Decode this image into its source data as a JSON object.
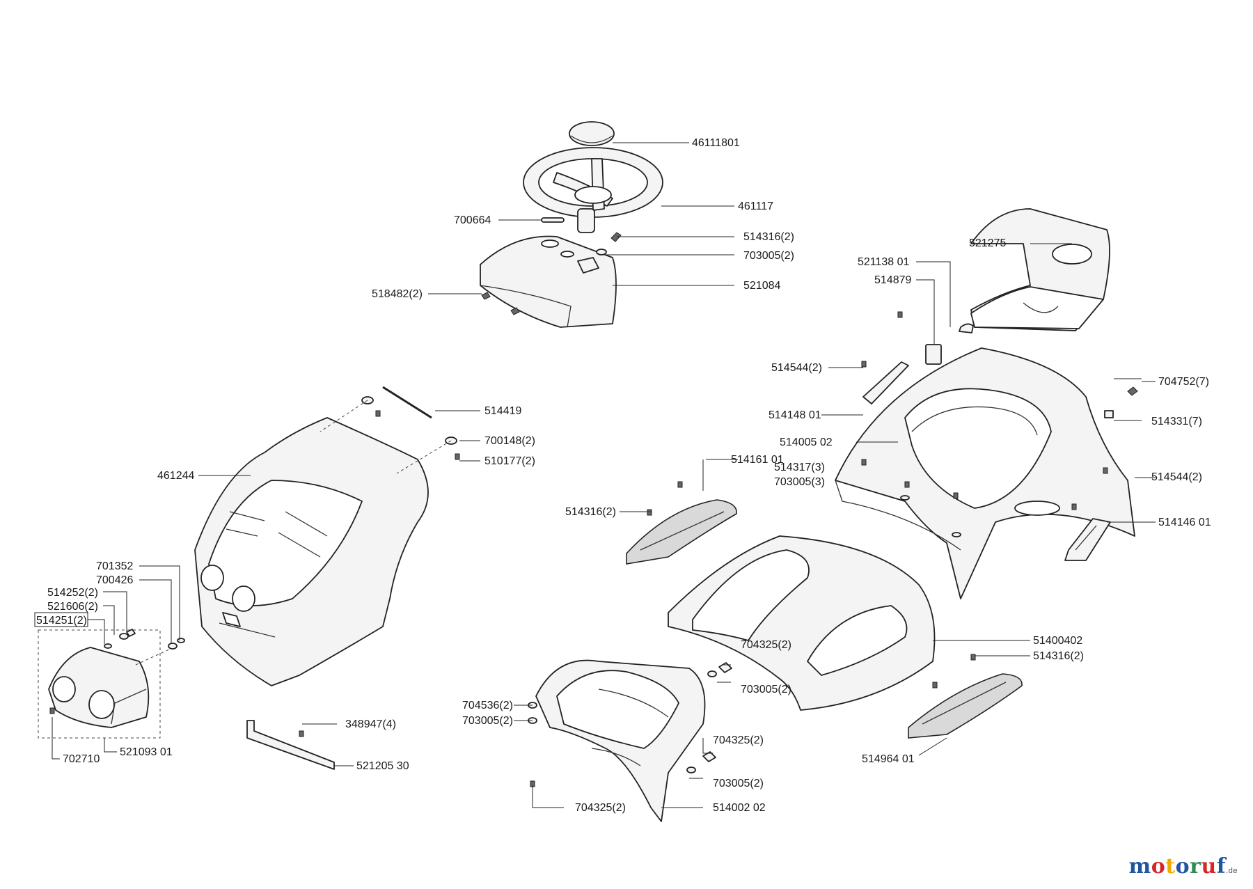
{
  "brand": {
    "name_parts": [
      {
        "text": "m",
        "color": "#1e56a0"
      },
      {
        "text": "o",
        "color": "#d62728"
      },
      {
        "text": "t",
        "color": "#f2a900"
      },
      {
        "text": "o",
        "color": "#1e56a0"
      },
      {
        "text": "r",
        "color": "#2e8b57"
      },
      {
        "text": "u",
        "color": "#d62728"
      },
      {
        "text": "f",
        "color": "#1e56a0"
      }
    ],
    "domain": ".de"
  },
  "labels": [
    {
      "id": "l01",
      "text": "46111801"
    },
    {
      "id": "l02",
      "text": "461117"
    },
    {
      "id": "l03",
      "text": "700664"
    },
    {
      "id": "l04",
      "text": "514316(2)"
    },
    {
      "id": "l05",
      "text": "703005(2)"
    },
    {
      "id": "l06",
      "text": "518482(2)"
    },
    {
      "id": "l07",
      "text": "521084"
    },
    {
      "id": "l08",
      "text": "521275"
    },
    {
      "id": "l09",
      "text": "521138 01"
    },
    {
      "id": "l10",
      "text": "514879"
    },
    {
      "id": "l11",
      "text": "514544(2)"
    },
    {
      "id": "l12",
      "text": "704752(7)"
    },
    {
      "id": "l13",
      "text": "514148 01"
    },
    {
      "id": "l14",
      "text": "514331(7)"
    },
    {
      "id": "l15",
      "text": "514005 02"
    },
    {
      "id": "l16",
      "text": "514419"
    },
    {
      "id": "l17",
      "text": "700148(2)"
    },
    {
      "id": "l18",
      "text": "510177(2)"
    },
    {
      "id": "l19",
      "text": "514161 01"
    },
    {
      "id": "l20",
      "text": "514317(3)"
    },
    {
      "id": "l21",
      "text": "703005(3)"
    },
    {
      "id": "l22",
      "text": "514544(2)"
    },
    {
      "id": "l23",
      "text": "461244"
    },
    {
      "id": "l24",
      "text": "514316(2)"
    },
    {
      "id": "l25",
      "text": "514146 01"
    },
    {
      "id": "l26",
      "text": "701352"
    },
    {
      "id": "l27",
      "text": "700426"
    },
    {
      "id": "l28",
      "text": "514252(2)"
    },
    {
      "id": "l29",
      "text": "521606(2)"
    },
    {
      "id": "l30",
      "text": "514251(2)"
    },
    {
      "id": "l31",
      "text": "51400402"
    },
    {
      "id": "l32",
      "text": "514316(2)"
    },
    {
      "id": "l33",
      "text": "704325(2)"
    },
    {
      "id": "l34",
      "text": "703005(2)"
    },
    {
      "id": "l35",
      "text": "704536(2)"
    },
    {
      "id": "l36",
      "text": "703005(2)"
    },
    {
      "id": "l37",
      "text": "348947(4)"
    },
    {
      "id": "l38",
      "text": "704325(2)"
    },
    {
      "id": "l39",
      "text": "514964 01"
    },
    {
      "id": "l40",
      "text": "703005(2)"
    },
    {
      "id": "l41",
      "text": "702710"
    },
    {
      "id": "l42",
      "text": "521093 01"
    },
    {
      "id": "l43",
      "text": "521205 30"
    },
    {
      "id": "l44",
      "text": "704325(2)"
    },
    {
      "id": "l45",
      "text": "514002 02"
    }
  ]
}
